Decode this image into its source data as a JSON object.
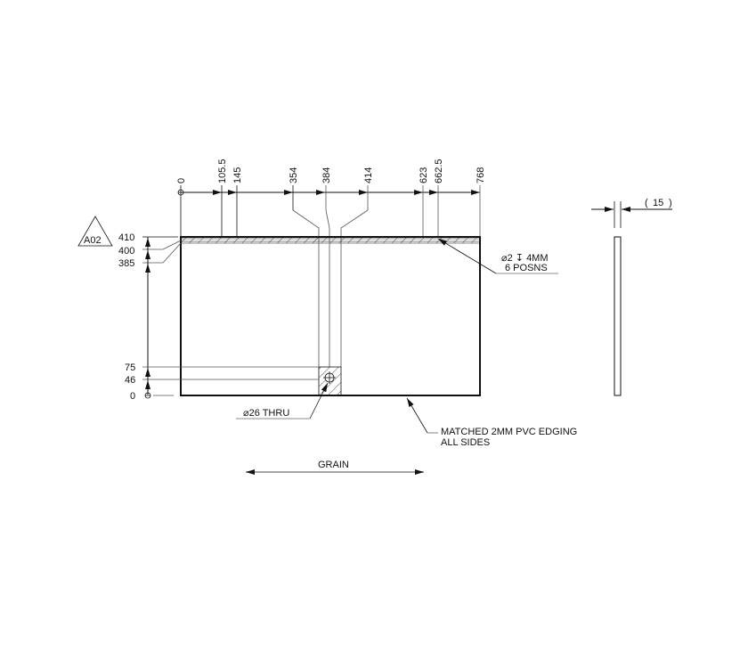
{
  "drawing": {
    "view_label": "A02",
    "horizontal_dims": [
      "0",
      "105.5",
      "145",
      "354",
      "384",
      "414",
      "623",
      "662.5",
      "768"
    ],
    "vertical_dims_top": [
      "410",
      "400",
      "385"
    ],
    "vertical_dims_bottom": [
      "75",
      "46",
      "0"
    ],
    "thickness_dim": "15",
    "notes": {
      "drill_line1": "⌀2 ↧ 4MM",
      "drill_line2": "6 POSNS",
      "hole": "⌀26 THRU",
      "edging_line1": "MATCHED 2MM PVC EDGING",
      "edging_line2": "ALL SIDES",
      "grain": "GRAIN"
    }
  }
}
